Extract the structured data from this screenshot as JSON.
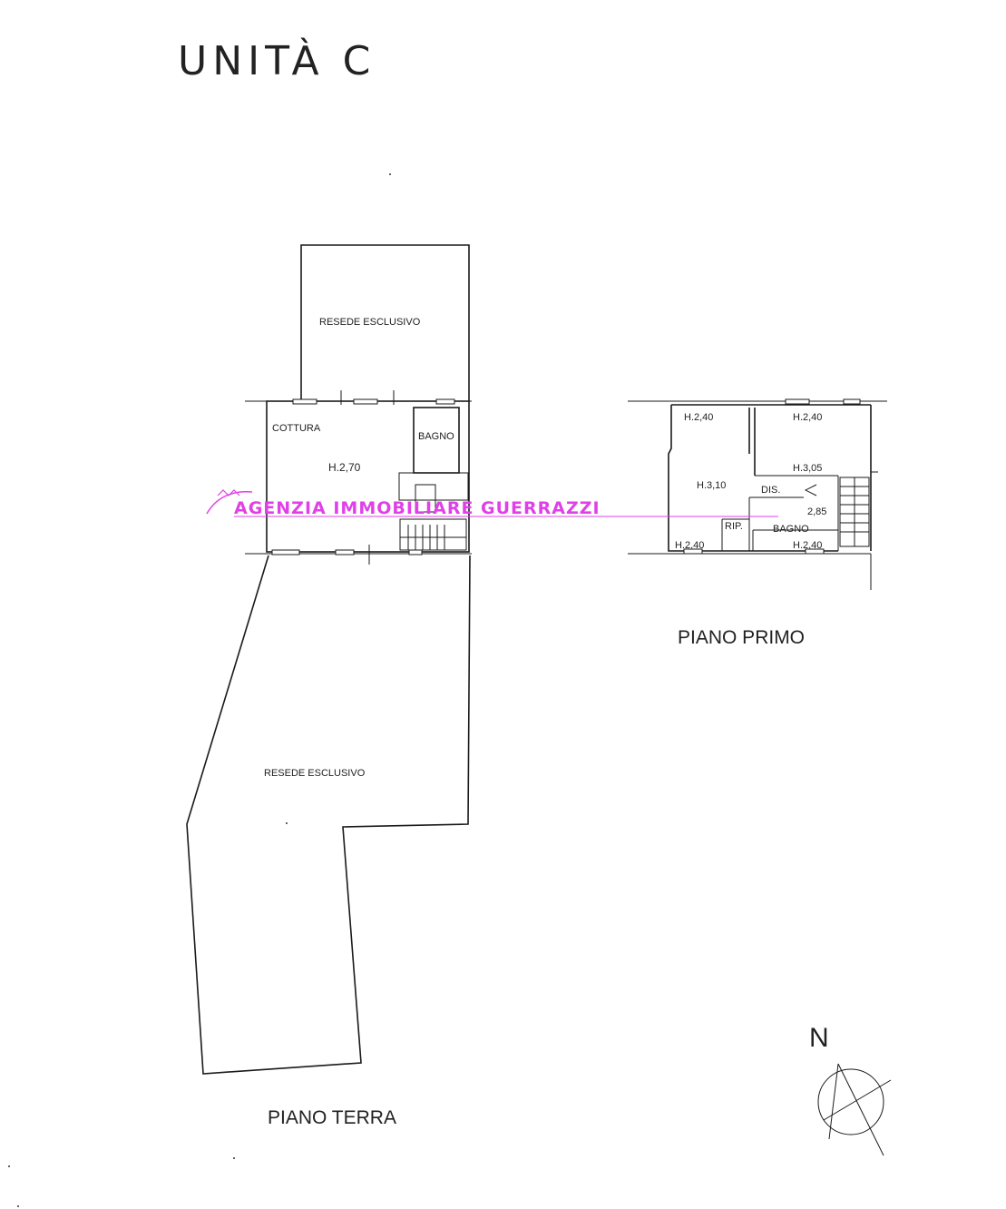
{
  "title": "UNITÀ C",
  "watermark": "AGENZIA IMMOBILIARE GUERRAZZI",
  "ground_floor": {
    "caption": "PIANO TERRA",
    "resede_top": "RESEDE ESCLUSIVO",
    "resede_bottom": "RESEDE ESCLUSIVO",
    "cottura": "COTTURA",
    "bagno": "BAGNO",
    "height": "H.2,70"
  },
  "first_floor": {
    "caption": "PIANO PRIMO",
    "h_room1": "H.2,40",
    "h_room2": "H.2,40",
    "h_room3": "H.3,05",
    "h_center": "H.3,10",
    "dis": "DIS.",
    "h_bath_top": "2,85",
    "rip": "RIP.",
    "bagno": "BAGNO",
    "h_bottom_left": "H.2,40",
    "h_bottom_right": "H.2,40"
  },
  "north_label": "N"
}
